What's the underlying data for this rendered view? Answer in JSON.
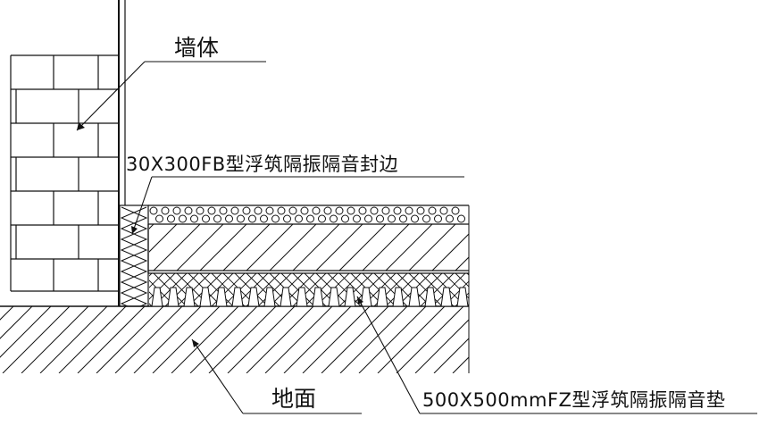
{
  "labels": {
    "wall": "墙体",
    "edge_strip": "30X300FB型浮筑隔振隔音封边",
    "ground": "地面",
    "pad": "500X500mmFZ型浮筑隔振隔音垫"
  },
  "colors": {
    "line": "#111111",
    "background": "#ffffff"
  }
}
